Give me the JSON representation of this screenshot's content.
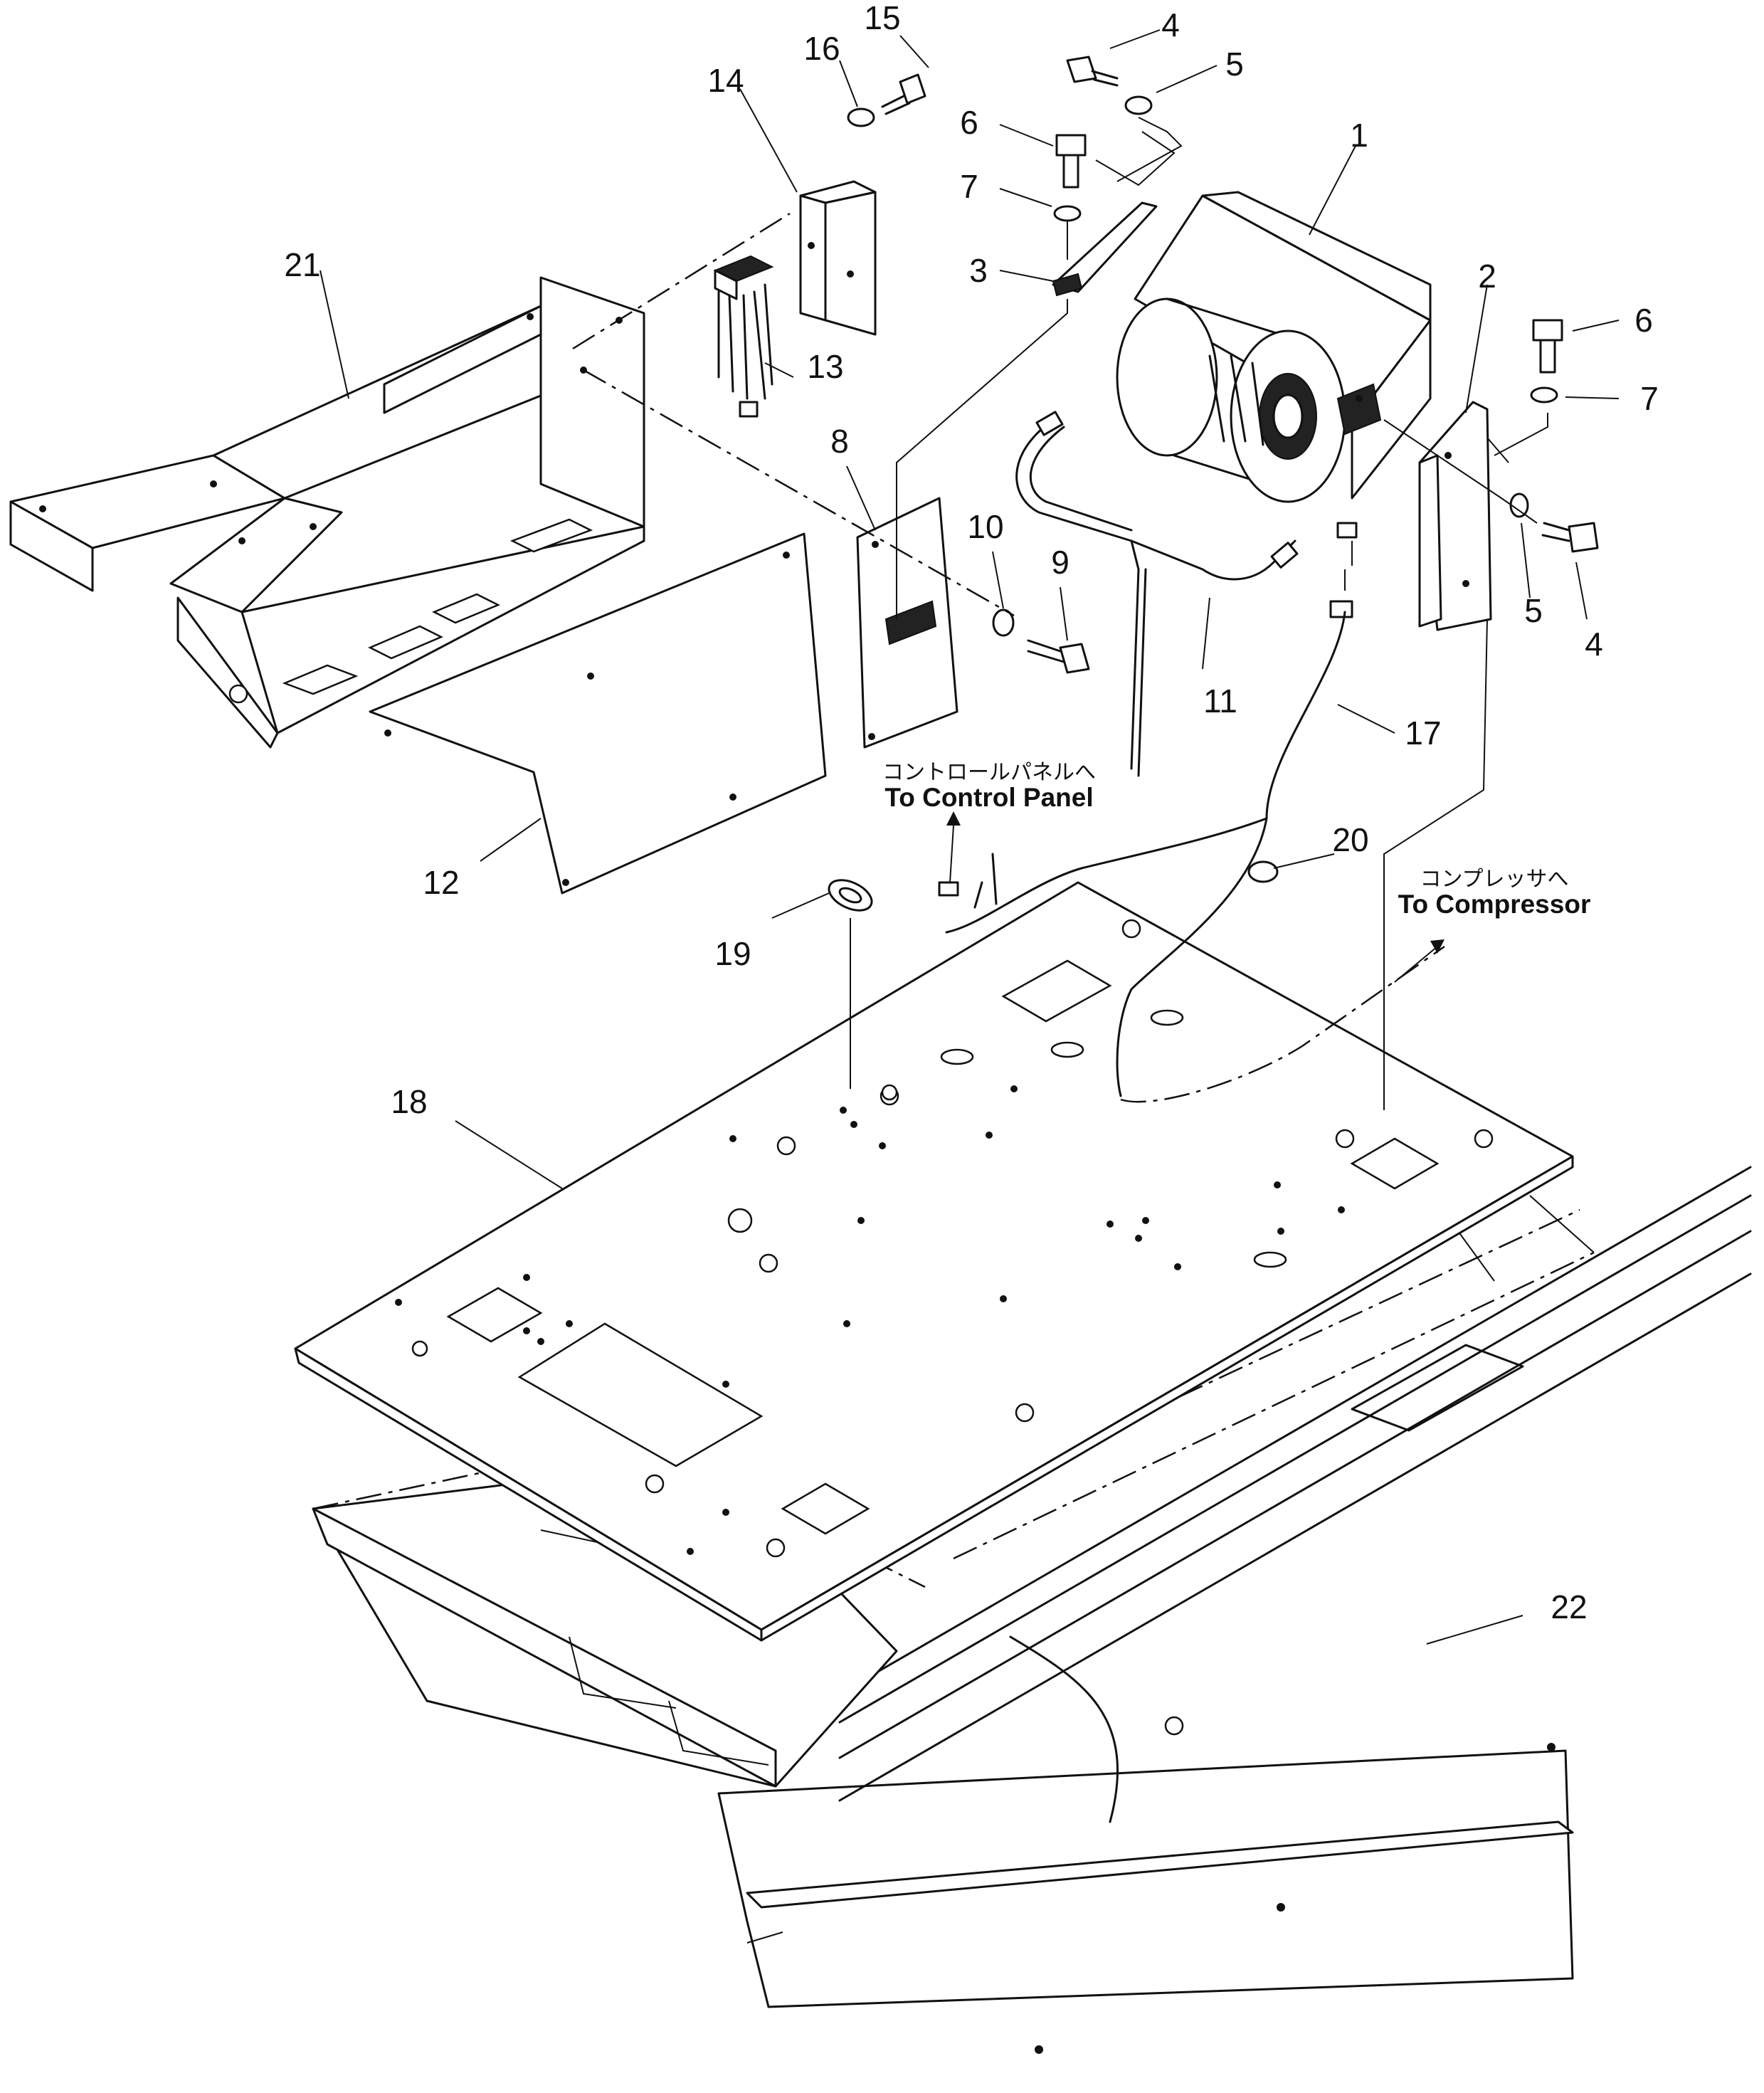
{
  "callouts": [
    {
      "id": "1",
      "label": "1"
    },
    {
      "id": "2",
      "label": "2"
    },
    {
      "id": "3",
      "label": "3"
    },
    {
      "id": "4a",
      "label": "4"
    },
    {
      "id": "4b",
      "label": "4"
    },
    {
      "id": "5a",
      "label": "5"
    },
    {
      "id": "5b",
      "label": "5"
    },
    {
      "id": "6a",
      "label": "6"
    },
    {
      "id": "6b",
      "label": "6"
    },
    {
      "id": "7a",
      "label": "7"
    },
    {
      "id": "7b",
      "label": "7"
    },
    {
      "id": "8",
      "label": "8"
    },
    {
      "id": "9",
      "label": "9"
    },
    {
      "id": "10",
      "label": "10"
    },
    {
      "id": "11",
      "label": "11"
    },
    {
      "id": "12",
      "label": "12"
    },
    {
      "id": "13",
      "label": "13"
    },
    {
      "id": "14",
      "label": "14"
    },
    {
      "id": "15",
      "label": "15"
    },
    {
      "id": "16",
      "label": "16"
    },
    {
      "id": "17",
      "label": "17"
    },
    {
      "id": "18",
      "label": "18"
    },
    {
      "id": "19",
      "label": "19"
    },
    {
      "id": "20",
      "label": "20"
    },
    {
      "id": "21",
      "label": "21"
    },
    {
      "id": "22",
      "label": "22"
    }
  ],
  "notes": {
    "control_panel": {
      "jp": "コントロールパネルへ",
      "en": "To Control Panel"
    },
    "compressor": {
      "jp": "コンプレッサへ",
      "en": "To Compressor"
    }
  }
}
